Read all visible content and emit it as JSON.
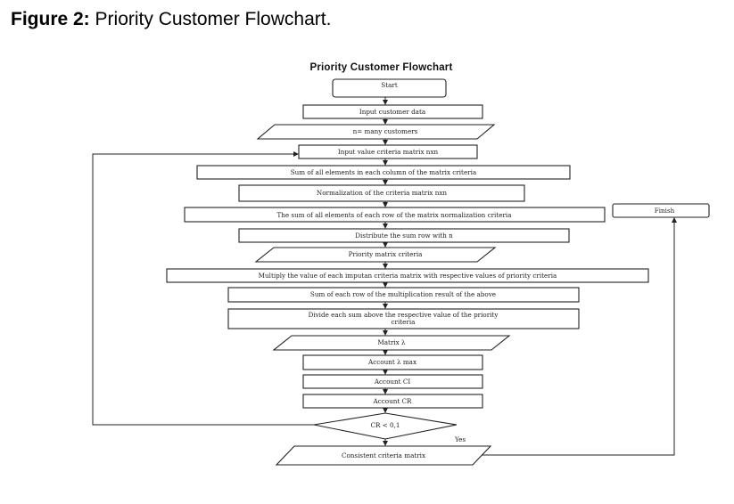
{
  "figure": {
    "label": "Figure 2:",
    "caption": "Priority Customer Flowchart."
  },
  "diagram": {
    "title": "Priority Customer Flowchart",
    "nodes": {
      "start": "Start",
      "input_customer_data": "Input customer data",
      "n_many_customers": "n= many customers",
      "input_value_criteria_matrix": "Input value criteria matrix nxn",
      "sum_column": "Sum of all elements in each column of the matrix criteria",
      "normalization": "Normalization of the criteria matrix nxn",
      "sum_row_normalization": "The sum of all elements of each row of the matrix normalization criteria",
      "distribute_sum_row": "Distribute the sum row with n",
      "priority_matrix_criteria": "Priority matrix criteria",
      "multiply": "Multiply the value of each imputan criteria matrix with respective values of priority criteria",
      "sum_each_row_multiplication": "Sum of each row of the multiplication result of the above",
      "divide_line1": "Divide each sum above the respective value of the priority",
      "divide_line2": "criteria",
      "matrix_lambda": "Matrix λ",
      "account_lambda_max": "Account λ max",
      "account_ci": "Account CI",
      "account_cr": "Account CR",
      "decision_cr": "CR < 0,1",
      "consistent_matrix": "Consistent criteria matrix",
      "finish": "Finish"
    },
    "edge_labels": {
      "yes": "Yes"
    }
  }
}
